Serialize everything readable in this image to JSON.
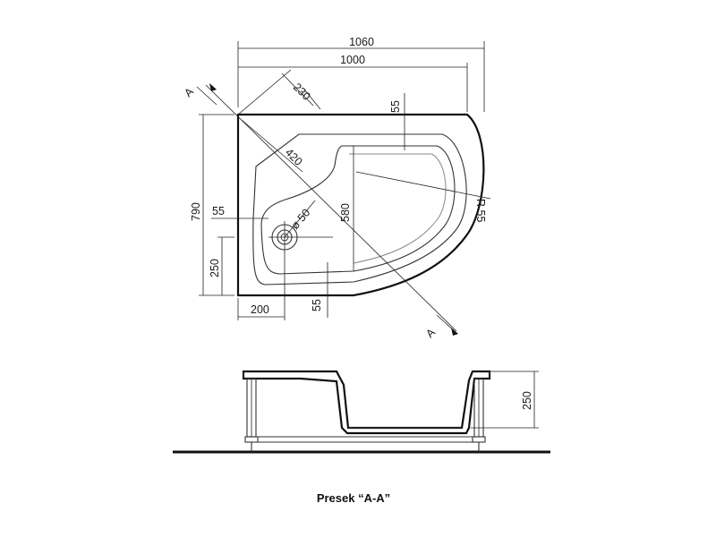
{
  "dimensions": {
    "total_width": "1060",
    "inner_width": "1000",
    "corner_cut": "230",
    "corner_diag": "420",
    "top_rim": "55",
    "radius": "R 55",
    "total_depth": "790",
    "basin_depth": "580",
    "side_rim": "55",
    "drain_diameter": "ø 50",
    "drain_offset_y": "250",
    "drain_offset_x": "200",
    "bottom_rim": "55",
    "section_height": "250"
  },
  "section_marker": "A",
  "caption": "Presek “A-A”",
  "colors": {
    "line": "#111111",
    "thin_line": "#222222",
    "floor": "#111111"
  }
}
